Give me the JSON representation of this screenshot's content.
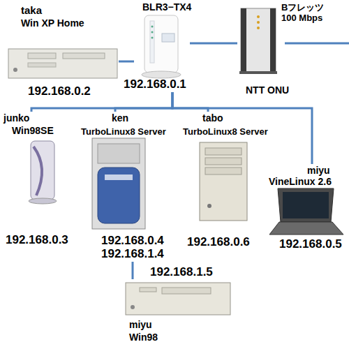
{
  "diagram": {
    "nodes": [
      {
        "text": [
          "taka",
          "Win XP Home",
          "192.168.0.2"
        ]
      },
      {
        "text": [
          "BLR3−TX4",
          "192.168.0.1"
        ]
      },
      {
        "text": [
          "NTT ONU"
        ]
      },
      {
        "text": [
          "junko",
          "Win98SE",
          "192.168.0.3"
        ]
      },
      {
        "text": [
          "ken",
          "TurboLinux8 Server",
          "192.168.0.4",
          "192.168.1.4"
        ]
      },
      {
        "text": [
          "tabo",
          "TurboLinux8 Server",
          "192.168.0.6"
        ]
      },
      {
        "text": [
          "miyu",
          "VineLinux 2.6",
          "192.168.0.5"
        ]
      },
      {
        "text": [
          "192.168.1.5",
          "miyu",
          "Win98"
        ]
      }
    ],
    "edges": [
      {
        "from": 0,
        "to": 1,
        "arrow": "none"
      },
      {
        "from": 1,
        "to": 2,
        "arrow": "none"
      },
      {
        "from": 1,
        "to": 3,
        "arrow": "none"
      },
      {
        "from": 1,
        "to": 4,
        "arrow": "none"
      },
      {
        "from": 1,
        "to": 5,
        "arrow": "none"
      },
      {
        "from": 1,
        "to": 6,
        "arrow": "none"
      },
      {
        "from": 4,
        "to": 7,
        "arrow": "none"
      }
    ],
    "labels": [
      "Bフレッツ 100 Mbps"
    ]
  }
}
